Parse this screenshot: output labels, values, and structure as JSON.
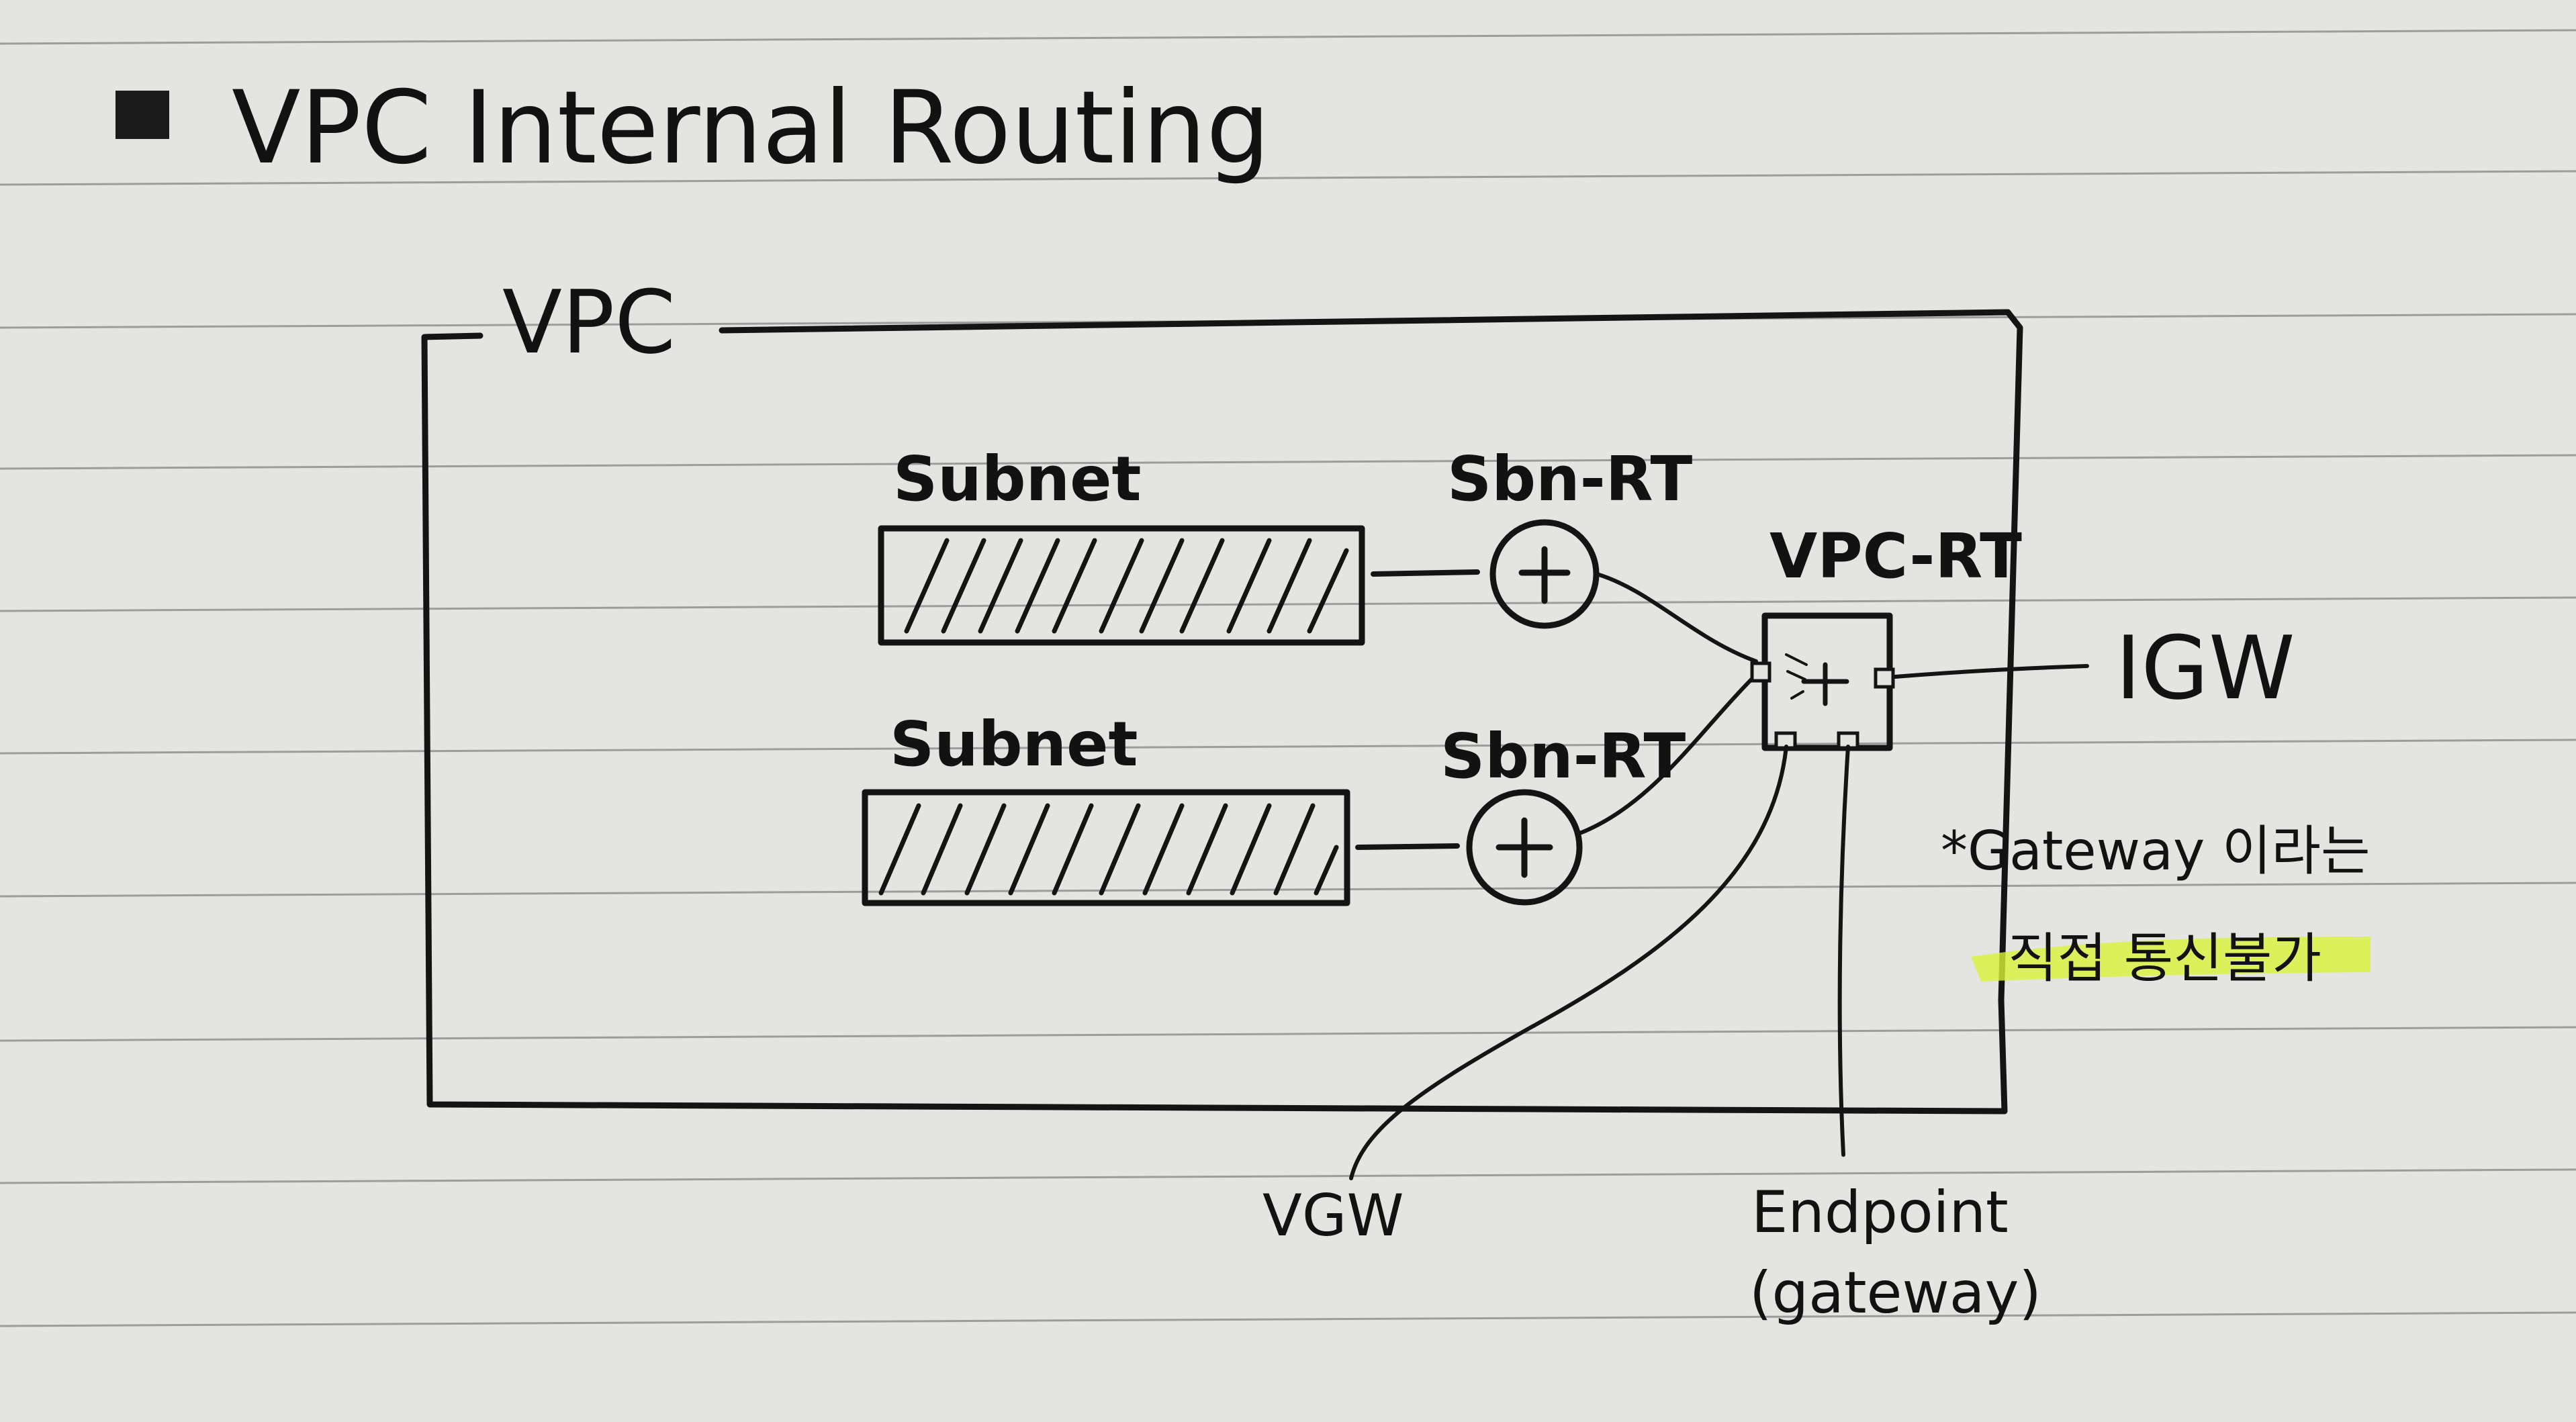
{
  "title": "VPC Internal Routing",
  "vpc_label": "VPC",
  "subnets": [
    {
      "label": "Subnet",
      "route_table_label": "Sbn-RT"
    },
    {
      "label": "Subnet",
      "route_table_label": "Sbn-RT"
    }
  ],
  "vpc_router_label": "VPC-RT",
  "igw_label": "IGW",
  "vgw_label": "VGW",
  "endpoint_label": "Endpoint",
  "endpoint_sub_label": "(gateway)",
  "note_line1": "*Gateway 이라는",
  "note_line2": "직접 통신불가",
  "colors": {
    "paper": "#e4e4e1",
    "ruled_line": "#9c9c9c",
    "ink": "#141414",
    "highlighter": "#d9f33a"
  }
}
